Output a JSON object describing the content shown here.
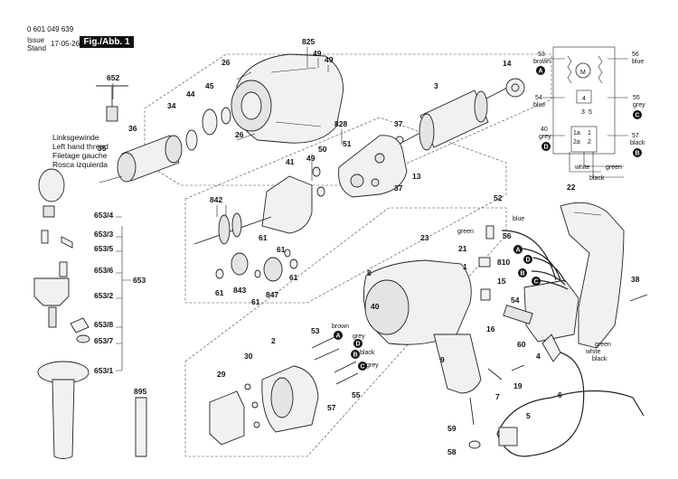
{
  "header": {
    "code": "0 601 049 639",
    "issue_label": "Issue Stand",
    "date": "17-05-26",
    "fig_label": "Fig./Abb. 1"
  },
  "left_hand_note": [
    "Linksgewinde",
    "Left hand thread",
    "Filetage gauche",
    "Rosca izquierda"
  ],
  "part_labels": {
    "p825": "825",
    "p49a": "49",
    "p49b": "49",
    "p26a": "26",
    "p26b": "26",
    "p652": "652",
    "p45": "45",
    "p44": "44",
    "p34": "34",
    "p36": "36",
    "p35": "35",
    "p14": "14",
    "p3": "3",
    "p37a": "37",
    "p37b": "37",
    "p13": "13",
    "p828": "828",
    "p41": "41",
    "p49c": "49",
    "p50": "50",
    "p51": "51",
    "p842": "842",
    "p61a": "61",
    "p61b": "61",
    "p61c": "61",
    "p61d": "61",
    "p843": "843",
    "p847": "847",
    "p61e": "61",
    "p653_4": "653/4",
    "p653_3": "653/3",
    "p653_5": "653/5",
    "p653_6": "653/6",
    "p653_2": "653/2",
    "p653_8": "653/8",
    "p653_7": "653/7",
    "p653_1": "653/1",
    "p653": "653",
    "p895": "895",
    "p23": "23",
    "p21": "21",
    "p8": "8",
    "p1": "1",
    "p40": "40",
    "p9": "9",
    "p53": "53",
    "p57": "57",
    "p55": "55",
    "p2": "2",
    "p30": "30",
    "p29": "29",
    "p52": "52",
    "p56": "56",
    "p810": "810",
    "p15": "15",
    "p54": "54",
    "p16": "16",
    "p22": "22",
    "p38": "38",
    "p60": "60",
    "p4": "4",
    "p7": "7",
    "p19": "19",
    "p6": "6",
    "p5": "5",
    "p59": "59",
    "p58": "58"
  },
  "wire_labels": {
    "green": "green",
    "blue": "blue",
    "brown": "brown",
    "grey": "grey",
    "black": "black",
    "white": "white"
  },
  "connector_letters": {
    "a": "A",
    "b": "B",
    "c": "C",
    "d": "D"
  },
  "schematic": {
    "p53": "53",
    "brown": "brown",
    "p56": "56",
    "blue": "blue",
    "p54": "54",
    "blue2": "blue",
    "p55": "55",
    "grey": "grey",
    "p40": "40",
    "grey2": "grey",
    "p57": "57",
    "black": "black",
    "white": "white",
    "green": "green",
    "black2": "black",
    "t1a": "1a",
    "t2a": "2a",
    "t1": "1",
    "t2": "2",
    "t3": "3",
    "t5": "5",
    "t4": "4",
    "motor": "M",
    "a": "A",
    "b": "B",
    "c": "C",
    "d": "D"
  }
}
